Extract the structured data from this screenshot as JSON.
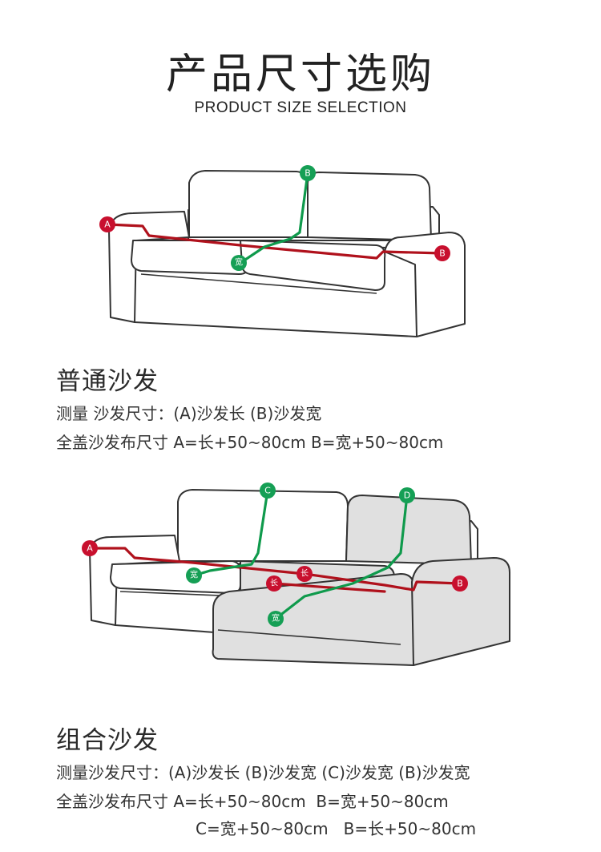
{
  "header": {
    "title": "产品尺寸选购",
    "subtitle": "PRODUCT SIZE SELECTION"
  },
  "section_standard": {
    "heading": "普通沙发",
    "line1": "测量 沙发尺寸：(A)沙发长 (B)沙发宽",
    "line2": "全盖沙发布尺寸 A=长+50~80cm B=宽+50~80cm",
    "labels": {
      "a": "A",
      "b_end": "B",
      "b_top": "B",
      "width": "宽"
    }
  },
  "section_sectional": {
    "heading": "组合沙发",
    "line1": "测量沙发尺寸：(A)沙发长 (B)沙发宽 (C)沙发宽 (B)沙发宽",
    "line2": "全盖沙发布尺寸 A=长+50~80cm  B=宽+50~80cm",
    "line3": "C=宽+50~80cm   B=长+50~80cm",
    "labels": {
      "a": "A",
      "b_end": "B",
      "c": "C",
      "d": "D",
      "width1": "宽",
      "length1": "长",
      "length2": "长",
      "width2": "宽"
    }
  },
  "colors": {
    "length_marker": "#c8102e",
    "width_marker": "#159f55",
    "chaise_fill": "#e0e0e0"
  },
  "icons": [
    "sofa-outline",
    "sectional-sofa-outline"
  ]
}
